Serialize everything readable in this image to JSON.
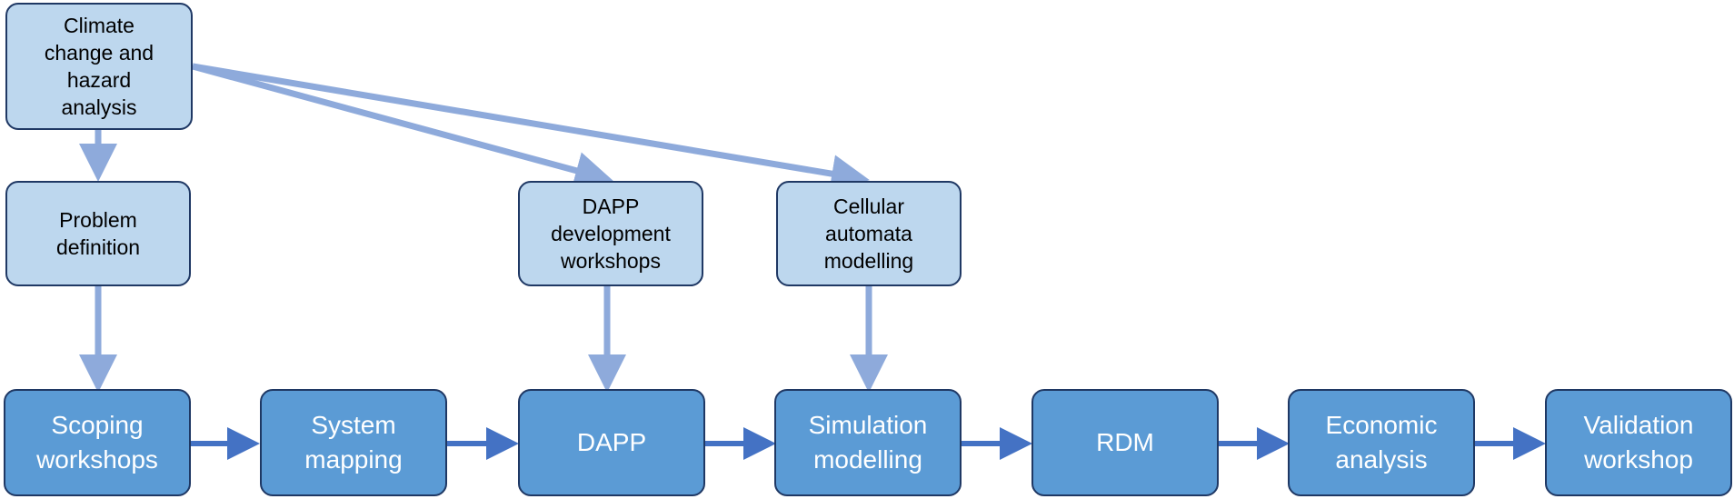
{
  "colors": {
    "light_fill": "#bdd7ee",
    "dark_fill": "#5b9bd5",
    "border": "#1f3864",
    "light_arrow": "#8eaadb",
    "dark_arrow": "#4472c4"
  },
  "top_row": {
    "climate": "Climate\nchange and\nhazard\nanalysis",
    "problem": "Problem\ndefinition",
    "dapp_dev": "DAPP\ndevelopment\nworkshops",
    "cellular": "Cellular\nautomata\nmodelling"
  },
  "process": [
    "Scoping\nworkshops",
    "System\nmapping",
    "DAPP",
    "Simulation\nmodelling",
    "RDM",
    "Economic\nanalysis",
    "Validation\nworkshop"
  ]
}
